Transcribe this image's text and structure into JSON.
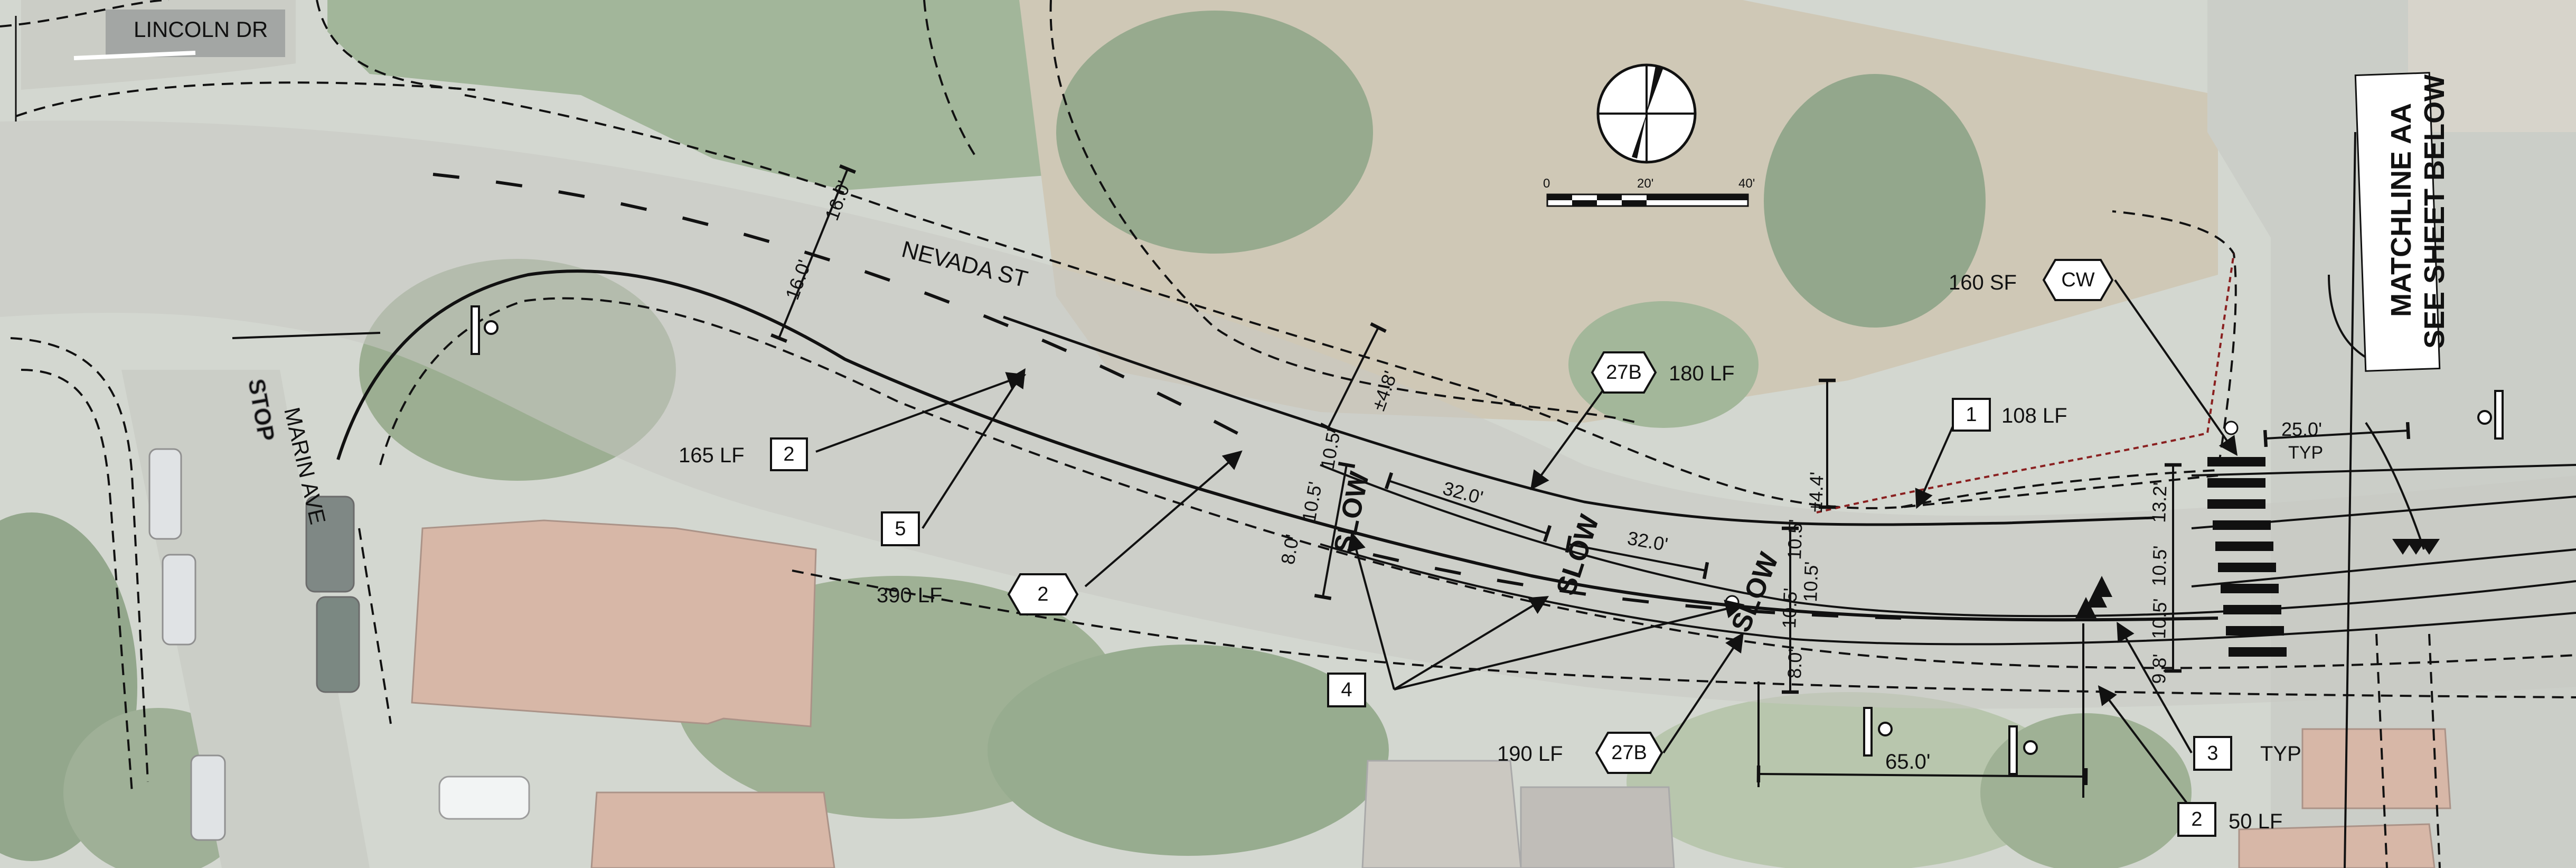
{
  "streets": {
    "lincoln": "LINCOLN DR",
    "nevada": "NEVADA ST",
    "marin": "MARIN AVE",
    "stop": "STOP"
  },
  "matchline": {
    "line1": "MATCHLINE AA",
    "line2": "SEE SHEET BELOW"
  },
  "scale_bar": {
    "ticks": [
      "0",
      "20'",
      "40'"
    ]
  },
  "dimensions": {
    "d16a": "16.0'",
    "d16b": "16.0'",
    "d48": "±4.8'",
    "d44": "±4.4'",
    "d80a": "8.0'",
    "d105a": "10.5'",
    "d105b": "10.5'",
    "d320a": "32.0'",
    "d320b": "32.0'",
    "d105c": "10.5'",
    "d105d": "10.5'",
    "d105e": "10.5'",
    "d80b": "8.0'",
    "d132": "13.2'",
    "d105f": "10.5'",
    "d105g": "10.5'",
    "d98": "9.8'",
    "d250": "25.0'",
    "typ1": "TYP",
    "d650": "65.0'"
  },
  "callouts": {
    "cw_area": "160 SF",
    "cw": "CW",
    "c27b_top_id": "27B",
    "c27b_top_len": "180 LF",
    "c1_id": "1",
    "c1_len": "108 LF",
    "c2_left_len": "165 LF",
    "c2_left_id": "2",
    "c5_id": "5",
    "c2_mid_len": "390 LF",
    "c2_mid_id": "2",
    "c4_id": "4",
    "c27b_bot_len": "190 LF",
    "c27b_bot_id": "27B",
    "c3_id": "3",
    "c3_typ": "TYP",
    "c2_right_id": "2",
    "c2_right_len": "50 LF"
  },
  "pavement_markings": [
    "SLOW",
    "SLOW",
    "SLOW"
  ]
}
